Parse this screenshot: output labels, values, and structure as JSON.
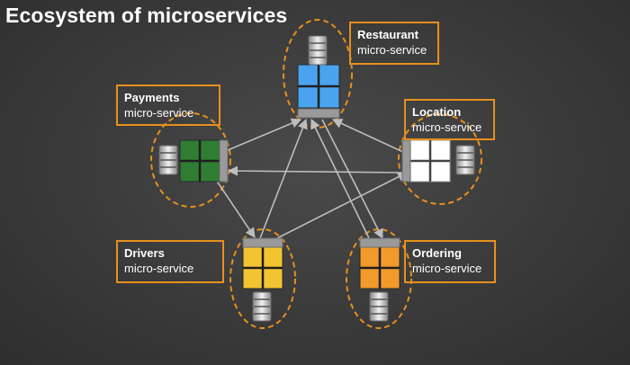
{
  "title": "Ecosystem of microservices",
  "colors": {
    "accent": "#e8901c",
    "restaurant": "#4aa3ee",
    "payments": "#2f7d32",
    "location": "#ffffff",
    "drivers": "#f3c431",
    "ordering": "#f29a2a",
    "connector": "#9a9a9a",
    "arrow": "#bdbdbd"
  },
  "services": [
    {
      "id": "restaurant",
      "name": "Restaurant",
      "subtitle": "micro-service",
      "icon": "database-icon"
    },
    {
      "id": "payments",
      "name": "Payments",
      "subtitle": "micro-service",
      "icon": "database-icon"
    },
    {
      "id": "location",
      "name": "Location",
      "subtitle": "micro-service",
      "icon": "database-icon"
    },
    {
      "id": "drivers",
      "name": "Drivers",
      "subtitle": "micro-service",
      "icon": "database-icon"
    },
    {
      "id": "ordering",
      "name": "Ordering",
      "subtitle": "micro-service",
      "icon": "database-icon"
    }
  ],
  "connections": [
    [
      "payments",
      "restaurant"
    ],
    [
      "location",
      "restaurant"
    ],
    [
      "drivers",
      "restaurant"
    ],
    [
      "ordering",
      "restaurant"
    ],
    [
      "location",
      "payments"
    ],
    [
      "payments",
      "drivers"
    ],
    [
      "drivers",
      "location"
    ],
    [
      "restaurant",
      "ordering"
    ]
  ]
}
